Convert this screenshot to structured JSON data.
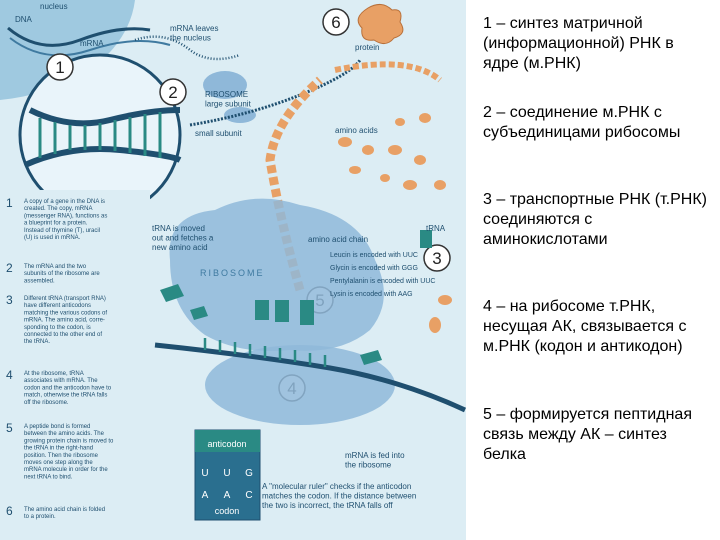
{
  "diagram": {
    "labels": {
      "nucleus": "nucleus",
      "dna": "DNA",
      "mrna": "mRNA",
      "mrna_leaves": "mRNA leaves\nthe nucleus",
      "protein": "protein",
      "ribosome_large": "RIBOSOME\nlarge subunit",
      "small_subunit": "small subunit",
      "amino_acids": "amino acids",
      "trna_moved": "tRNA is moved\nout and fetches a\nnew amino acid",
      "trna": "tRNA",
      "amino_acid_chain": "amino acid chain",
      "ribosome": "RIBOSOME",
      "leucin": "Leucin is encoded with UUC",
      "glycin": "Glycin is encoded with GGG",
      "pentylalanin": "Pentylalanin is encoded with UUC",
      "lysin": "Lysin is encoded with AAG",
      "anticodon": "anticodon",
      "codon": "codon",
      "mrna_fed": "mRNA is fed into\nthe ribosome",
      "molecular_ruler": "A \"molecular ruler\" checks if the anticodon\nmatches the codon. If the distance between\nthe two is incorrect, the tRNA falls off"
    },
    "numbers": [
      "1",
      "2",
      "3",
      "4",
      "5",
      "6"
    ],
    "codon_letters": [
      "A",
      "A",
      "C"
    ],
    "anticodon_letters": [
      "U",
      "U",
      "G"
    ],
    "steps": [
      {
        "num": "1",
        "text": "A copy of a gene in the DNA is\ncreated. The copy, mRNA\n(messenger RNA), functions as\na blueprint for a protein.\nInstead of thymine (T), uracil\n(U) is used in mRNA."
      },
      {
        "num": "2",
        "text": "The mRNA and the two\nsubunits of the ribosome are\nassembled."
      },
      {
        "num": "3",
        "text": "Different tRNA (transport RNA)\nhave different anticodons\nmatching the various codons of\nmRNA. The amino acid, corre-\nsponding to the codon, is\nconnected to the other end of\nthe tRNA."
      },
      {
        "num": "4",
        "text": "At the ribosome, tRNA\nassociates with mRNA. The\ncodon and the anticodon have to\nmatch, otherwise the tRNA falls\noff the ribosome."
      },
      {
        "num": "5",
        "text": "A peptide bond is formed\nbetween the amino acids. The\ngrowing protein chain is moved to\nthe tRNA in the right-hand\nposition. Then the ribosome\nmoves one step along the\nmRNA molecule in order for the\nnext tRNA to bind."
      },
      {
        "num": "6",
        "text": "The amino acid chain is folded\nto a protein."
      }
    ],
    "colors": {
      "panel": "#dcedf4",
      "ribosome": "#8fb8d9",
      "rna": "#1f4f6f",
      "trna": "#2a8a84",
      "amino_acid": "#e8a065",
      "number_ring": "#ffffff"
    }
  },
  "captions": [
    "1 – синтез матричной (информационной) РНК в ядре (м.РНК)",
    "2 – соединение м.РНК с субъединицами рибосомы",
    "3 – транспортные РНК (т.РНК) соединяются с аминокислотами",
    "4 – на рибосоме т.РНК, несущая АК, связывается с м.РНК (кодон и антикодон)",
    "5 – формируется пептидная связь между АК – синтез белка"
  ]
}
